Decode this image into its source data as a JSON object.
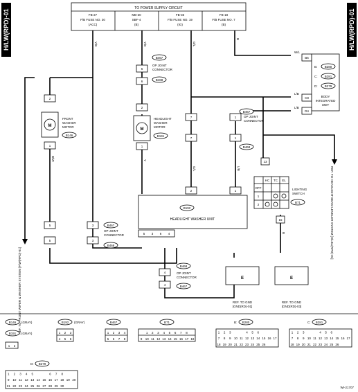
{
  "side_tabs": {
    "left": "H/LW(RPD)-01",
    "right": "H/LW(RPD)-01"
  },
  "power": {
    "title": "TO POWER SUPPLY CIRCUIT",
    "fuses": [
      {
        "name": "FB-27",
        "desc": "F/B FUSE NO. 30",
        "cond": "(ACC)"
      },
      {
        "name": "MB-30",
        "desc": "SBF-4",
        "cond": "(B)"
      },
      {
        "name": "FB-35",
        "desc": "F/B FUSE NO. 19",
        "cond": "(IG)"
      },
      {
        "name": "FB-18",
        "desc": "F/B FUSE NO. 7",
        "cond": "(B)"
      }
    ]
  },
  "components": {
    "front_motor": {
      "line1": "FRONT",
      "line2": "WASHER",
      "line3": "MOTOR",
      "conn": "B146",
      "pin1": "2",
      "pin2": "1"
    },
    "headlight_motor": {
      "line1": "HEADLIGHT",
      "line2": "WASHER",
      "line3": "MOTOR",
      "conn": "B191",
      "pin1": "2",
      "pin2": "1"
    },
    "washer_unit": {
      "label": "HEADLIGHT WASHER UNIT",
      "conn": "B192",
      "top_pins": [
        "2",
        "1"
      ],
      "bottom_pins": [
        "5",
        "3",
        "6",
        "4"
      ]
    },
    "body_unit": {
      "line1": "BODY",
      "line2": "INTEGRATED",
      "line3": "UNIT",
      "pins": [
        "B6",
        "C8",
        "D4"
      ],
      "conns": [
        "B280",
        "B281",
        "B279"
      ],
      "conn_prefix": [
        "B:",
        "C:",
        "D:"
      ]
    },
    "op_joint_top": {
      "label1": "OP JOINT",
      "label2": "CONNECTOR",
      "conn_a": "B467",
      "conn_b": "B468",
      "pins": [
        "6",
        "6"
      ]
    },
    "op_joint_right": {
      "label1": "OP JOINT",
      "label2": "CONNECTOR",
      "conn_a": "B467",
      "conn_b": "B468",
      "pins": [
        "7",
        "7",
        "1",
        "1"
      ]
    },
    "op_joint_mid": {
      "label1": "OP JOINT",
      "label2": "CONNECTOR",
      "conn_a": "B467",
      "conn_b": "B468",
      "pins": [
        "5",
        "3",
        "5",
        "3"
      ]
    },
    "op_joint_bottom": {
      "label1": "OP JOINT",
      "label2": "CONNECTOR",
      "conn_a": "B468",
      "conn_b": "B467",
      "pins": [
        "4",
        "4"
      ]
    },
    "lighting_switch": {
      "line1": "LIGHTING",
      "line2": "SWITCH",
      "conn": "B71",
      "headers": [
        "HC",
        "TC",
        "EL"
      ],
      "rows": [
        "OFF",
        "1",
        "2"
      ],
      "pins": [
        "13",
        "15"
      ]
    }
  },
  "wires": {
    "yb": "Y/B",
    "bw": "B/W",
    "gl": "G/L",
    "wl": "W/L",
    "lb": "L/B",
    "y": "Y",
    "b": "B"
  },
  "refs": {
    "front_wiper": "REF. TO FRONT WIPER & WASHER SYSTEM [F/W(RPD)-01]",
    "beam_leveler": "REF. TO HEADLIGHT BEAM LEVELER SYSTEM [H/LBL(RPD)-01]",
    "gnd1": "REF. TO GND",
    "gnd1b": "[GND(RD)-01]",
    "gnd2": "REF. TO GND",
    "gnd2b": "[GND(RD)-03]",
    "gnd_letter": "E"
  },
  "legend": {
    "b146": "B146",
    "b146_color": "(GRAY)",
    "b191": "B191",
    "b191_color": "(GRAY)",
    "b192": "B192",
    "b192_color": "(GRAY)",
    "b467": "B467",
    "b71": "B71",
    "b280": "B280",
    "b280_prefix": "B:",
    "b281": "B281",
    "b281_prefix": "C:",
    "b279": "B279",
    "b279_prefix": "D:",
    "b192_cells": [
      "1",
      "2",
      "3",
      "4",
      "5",
      "6"
    ],
    "b467_cells": [
      "1",
      "2",
      "3",
      "4",
      "5",
      "6",
      "7",
      "8"
    ],
    "b146_cells": [
      "1",
      "2"
    ],
    "b71_row1": [
      "1",
      "2",
      "3",
      "4",
      "5",
      "6",
      "7",
      "8"
    ],
    "b71_row2": [
      "9",
      "10",
      "11",
      "12",
      "13",
      "14",
      "15",
      "16",
      "17",
      "18"
    ],
    "b280_rows": [
      [
        "1",
        "2",
        "3",
        "",
        "",
        "4",
        "5",
        "6"
      ],
      [
        "7",
        "8",
        "9",
        "10",
        "11",
        "12",
        "13",
        "14",
        "15",
        "16",
        "17"
      ],
      [
        "18",
        "19",
        "20",
        "21",
        "22",
        "23",
        "24",
        "25",
        "26"
      ]
    ],
    "b281_rows": [
      [
        "1",
        "2",
        "3",
        "",
        "",
        "4",
        "5",
        "6"
      ],
      [
        "7",
        "8",
        "9",
        "10",
        "11",
        "12",
        "13",
        "14",
        "15",
        "16",
        "17"
      ],
      [
        "18",
        "19",
        "20",
        "21",
        "22",
        "23",
        "24",
        "25",
        "26"
      ]
    ],
    "b279_rows": [
      [
        "1",
        "2",
        "3",
        "4",
        "5",
        "",
        "",
        "6",
        "7",
        "8"
      ],
      [
        "9",
        "10",
        "11",
        "12",
        "13",
        "14",
        "15",
        "16",
        "17",
        "18",
        "19",
        "20"
      ],
      [
        "21",
        "22",
        "23",
        "24",
        "25",
        "26",
        "27",
        "28",
        "29",
        "30"
      ]
    ]
  },
  "figure_id": "WI-21707"
}
